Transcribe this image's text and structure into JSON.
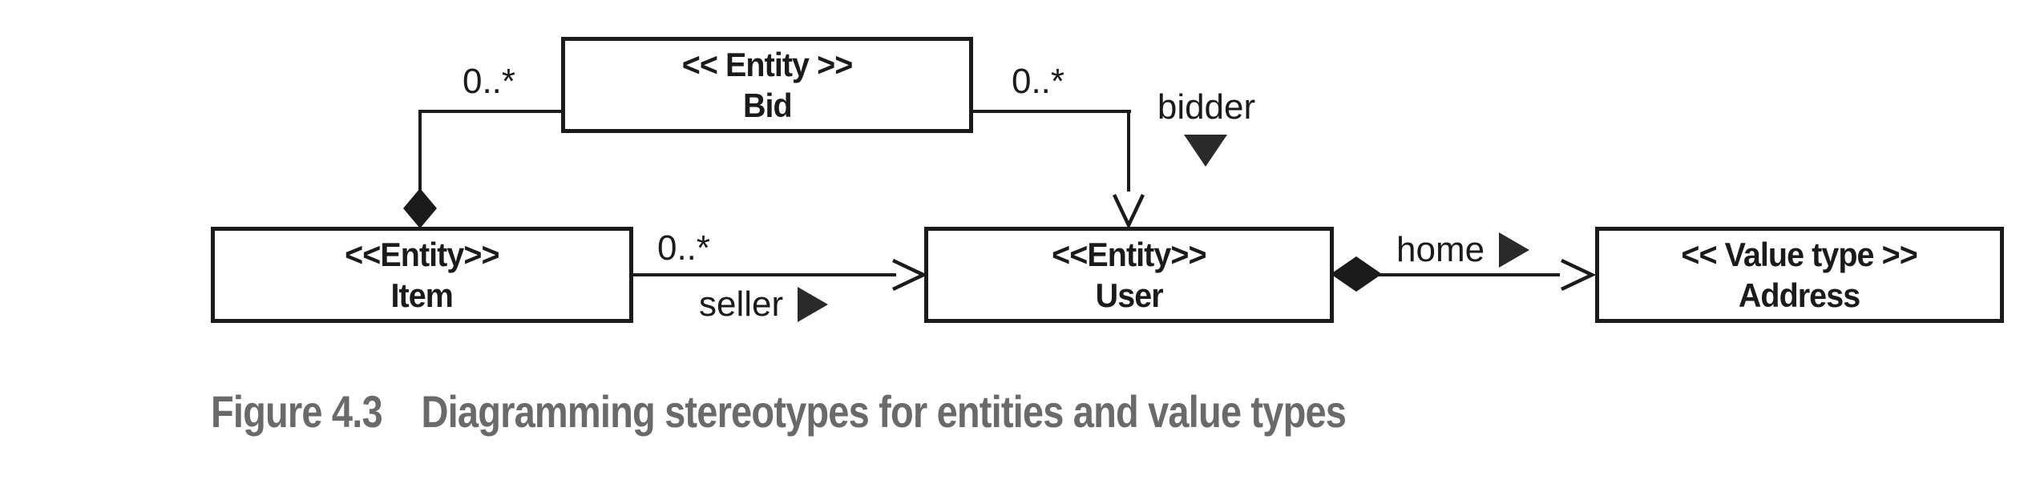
{
  "diagram": {
    "nodes": {
      "bid": {
        "stereotype": "<< Entity >>",
        "name": "Bid"
      },
      "item": {
        "stereotype": "<<Entity>>",
        "name": "Item"
      },
      "user": {
        "stereotype": "<<Entity>>",
        "name": "User"
      },
      "address": {
        "stereotype": "<< Value type >>",
        "name": "Address"
      }
    },
    "associations": {
      "bid_item": {
        "multiplicity": "0..*"
      },
      "bid_user": {
        "multiplicity": "0..*",
        "role": "bidder"
      },
      "item_user": {
        "multiplicity": "0..*",
        "role": "seller"
      },
      "user_address": {
        "role": "home"
      }
    }
  },
  "caption": {
    "figure_label": "Figure 4.3",
    "title": "Diagramming stereotypes for entities and value types"
  },
  "colors": {
    "ink": "#1b1b1b",
    "caption_gray": "#6a6a6a",
    "background": "#ffffff"
  }
}
